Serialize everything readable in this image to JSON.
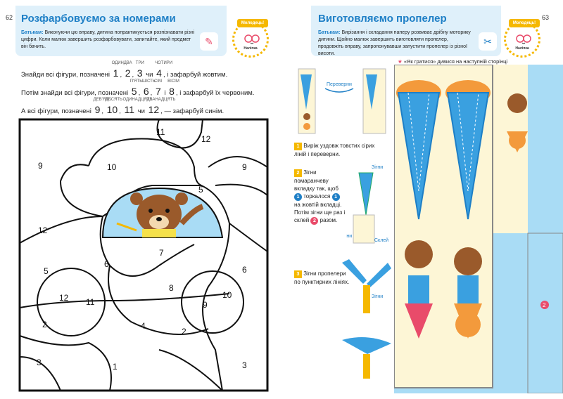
{
  "left": {
    "page_number": "62",
    "title": "Розфарбовуємо за номерами",
    "parents_label": "Батькам:",
    "parents_text": "Виконуючи цю вправу, дитина попрактикується розпізнавати різні цифри. Коли малюк завершить розфарбовувати, запитайте, який предмет він бачить.",
    "instr1_start": "Знайди всі фігури, позначені",
    "instr1_end": ", і зафарбуй жовтим.",
    "instr1_nums": [
      {
        "digit": "1",
        "word": "ОДИН"
      },
      {
        "digit": "2",
        "word": "ДВА"
      },
      {
        "digit": "3",
        "word": "ТРИ"
      },
      {
        "digit": "4",
        "word": "ЧОТИРИ"
      }
    ],
    "instr2_start": "Потім знайди всі фігури, позначені",
    "instr2_end": ", і зафарбуй їх червоним.",
    "instr2_nums": [
      {
        "digit": "5",
        "word": "П'ЯТЬ"
      },
      {
        "digit": "6",
        "word": "ШІСТЬ"
      },
      {
        "digit": "7",
        "word": "СІМ"
      },
      {
        "digit": "8",
        "word": "ВІСІМ"
      }
    ],
    "instr3_start": "А всі фігури, позначені",
    "instr3_end": ", — зафарбуй синім.",
    "instr3_nums": [
      {
        "digit": "9",
        "word": "ДЕВ'ЯТЬ"
      },
      {
        "digit": "10",
        "word": "ДЕСЯТЬ"
      },
      {
        "digit": "11",
        "word": "ОДИНАДЦЯТЬ"
      },
      {
        "digit": "12",
        "word": "ДВАНАДЦЯТЬ"
      }
    ],
    "sep_and": "і",
    "sep_or": "чи",
    "sep_comma": ",",
    "region_numbers": [
      "11",
      "12",
      "9",
      "10",
      "9",
      "5",
      "12",
      "6",
      "7",
      "5",
      "8",
      "10",
      "6",
      "12",
      "11",
      "9",
      "2",
      "2",
      "4",
      "3",
      "1",
      "3"
    ],
    "medal_top": "Молодець!",
    "medal_bottom": "Наліпка"
  },
  "right": {
    "page_number": "63",
    "title": "Виготовляємо пропелер",
    "parents_label": "Батькам:",
    "parents_text": "Вирізання і складання паперу розвиває дрібну моторику дитини. Щойно малюк завершить виготовляти пропелер, продовжіть вправу, запропонувавши запустити пропелер із різної висоти.",
    "see_next": "«Як гратися» дивися на наступній сторінці",
    "flip_label": "Переверни",
    "step1_num": "1",
    "step1_text": "Виріж уздовж товстих сірих ліній і переверни.",
    "step2_num": "2",
    "step2_a": "Зігни помаранчеву вкладку так, щоб",
    "step2_b": "торкалося",
    "step2_c": "на жовтій вкладці. Потім зігни ще раз і склей",
    "step2_d": "разом.",
    "badge1": "1",
    "badge2": "2",
    "step3_num": "3",
    "step3_text": "Зігни пропелери по пунктирних лініях.",
    "fold_label": "Зігни",
    "glue_label": "Склей",
    "medal_top": "Молодець!",
    "medal_bottom": "Наліпка",
    "cutout_badge": "2"
  },
  "colors": {
    "accent_blue": "#1e7fc6",
    "header_bg": "#dff0fa",
    "yellow": "#f5b800",
    "pink": "#e94b6a",
    "light_blue": "#a9dcf5",
    "cream": "#fdf6d6"
  }
}
